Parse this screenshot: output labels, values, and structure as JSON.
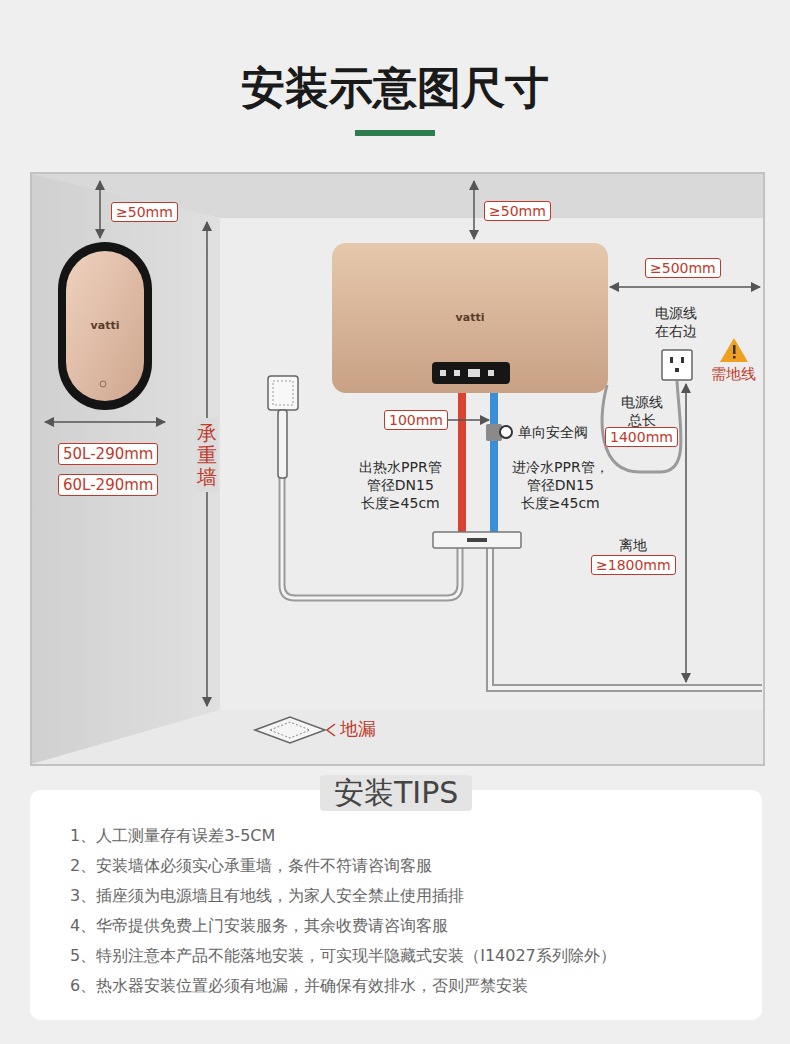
{
  "diagram": {
    "title": "安装示意图尺寸",
    "nodes": [
      {
        "text": [
          "≥50mm"
        ]
      },
      {
        "text": [
          "≥50mm"
        ]
      },
      {
        "text": [
          "vatti"
        ]
      },
      {
        "text": [
          "≥500mm"
        ]
      },
      {
        "text": [
          "vatti"
        ]
      },
      {
        "text": [
          "50L-290mm"
        ]
      },
      {
        "text": [
          "60L-290mm"
        ]
      },
      {
        "text": [
          "100mm"
        ]
      },
      {
        "text": [
          "1400mm"
        ]
      },
      {
        "text": [
          "≥1800mm"
        ]
      },
      {
        "text": [
          "安装TIPS"
        ]
      },
      {
        "text": [
          "1、人工测量存有误差3-5CM",
          "2、安装墙体必须实心承重墙，条件不符请咨询客服",
          "3、插座须为电源墙且有地线，为家人安全禁止使用插排",
          "4、华帝提供免费上门安装服务，其余收费请咨询客服",
          "5、特别注意本产品不能落地安装，可实现半隐藏式安装（I14027系列除外）",
          "6、热水器安装位置必须有地漏，并确保有效排水，否则严禁安装"
        ]
      }
    ],
    "labels": [
      "承重墙",
      "电源线 在右边",
      "需地线",
      "电源线 总长",
      "单向安全阀",
      "出热水PPR管 管径DN15 长度≥45cm",
      "进冷水PPR管， 管径DN15 长度≥45cm",
      "离地",
      "地漏"
    ]
  }
}
